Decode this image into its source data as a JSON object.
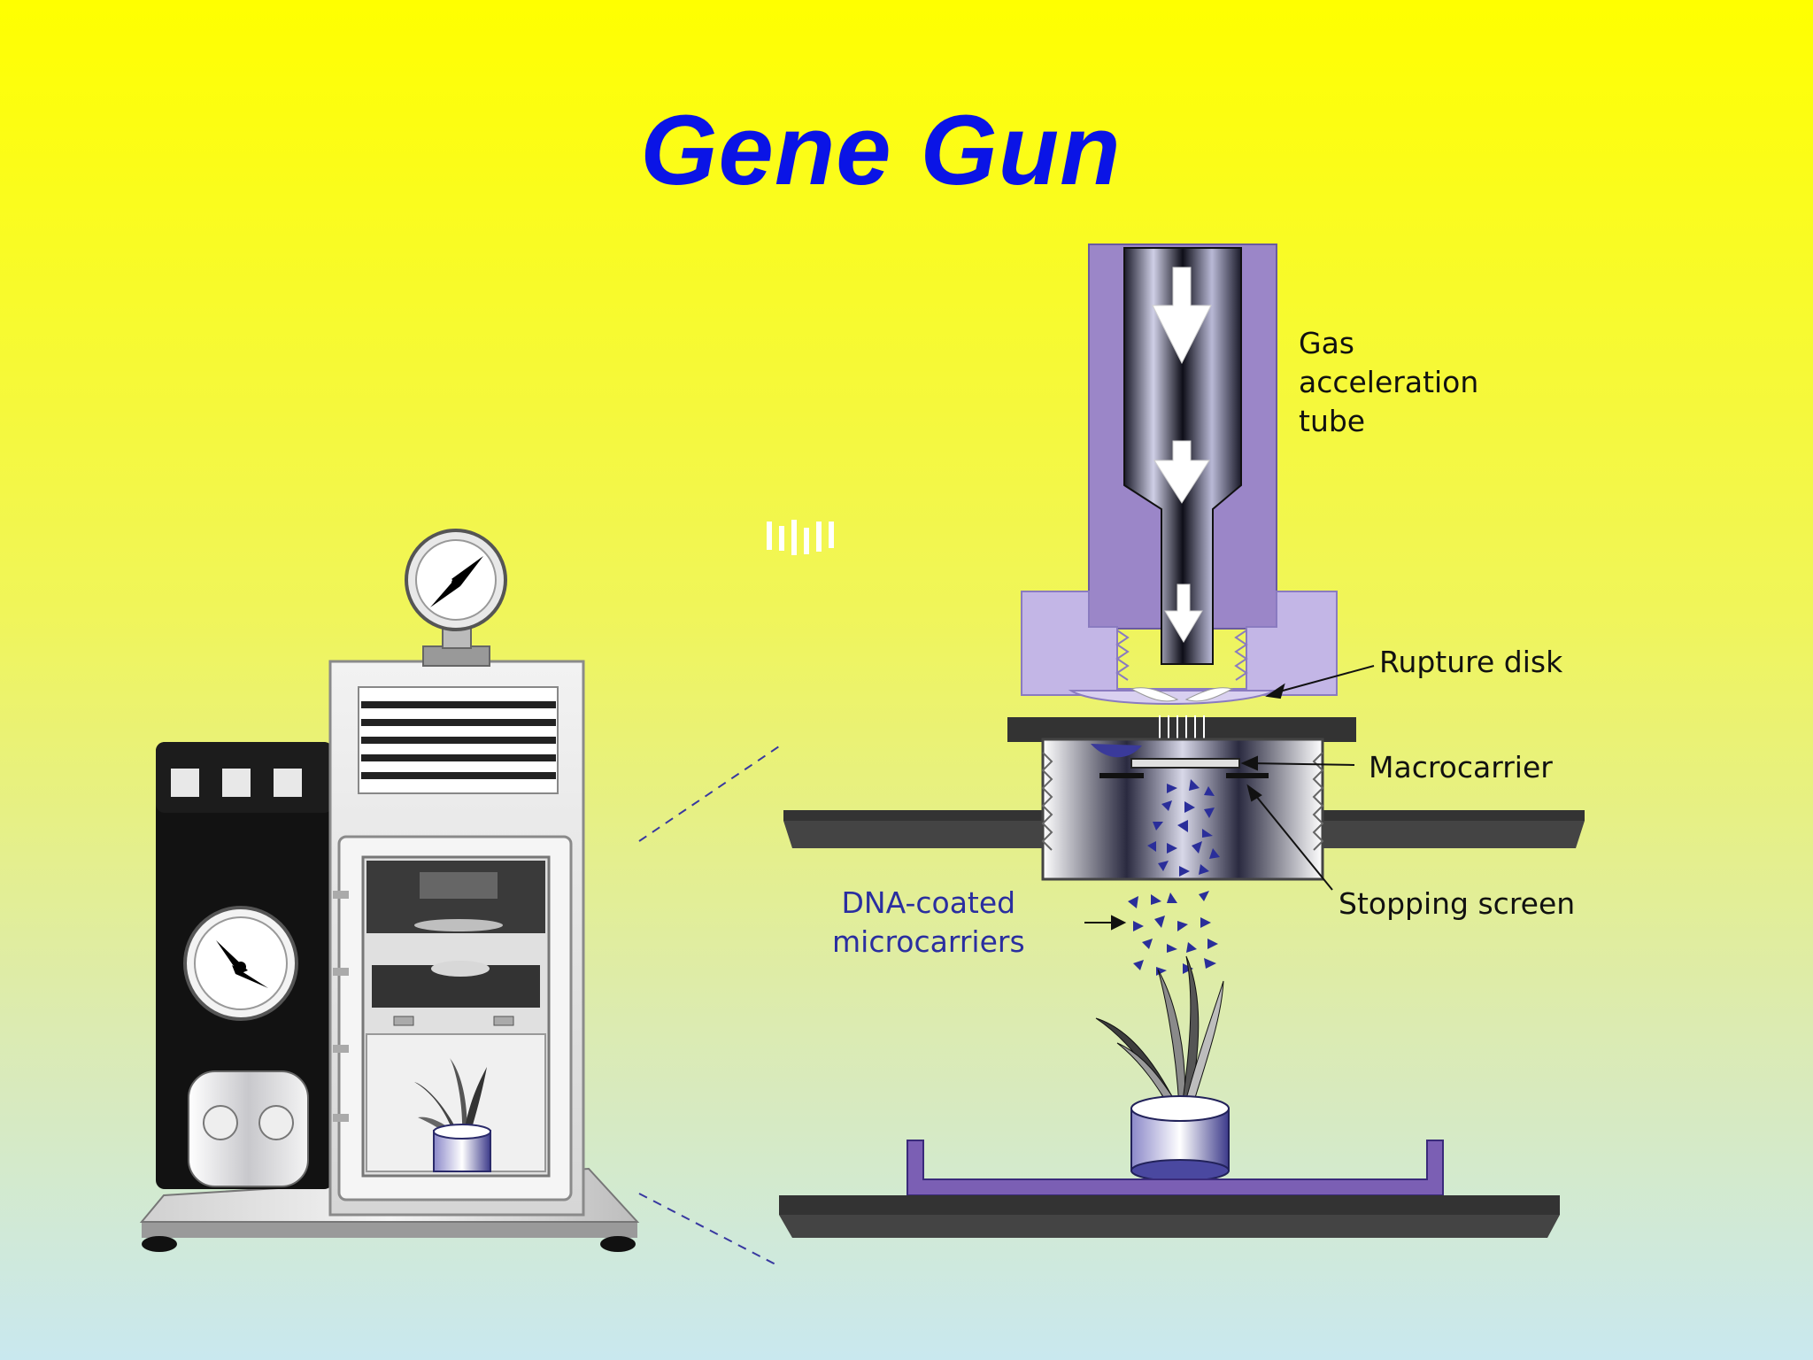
{
  "title": "Gene Gun",
  "colors": {
    "title": "#0a14e6",
    "label": "#111111",
    "dna_label": "#2a2ea0",
    "purple": "#9b86c8",
    "light_purple": "#c3b6e6",
    "dark_bar": "#333333"
  },
  "labels": {
    "gas_tube": [
      "Gas",
      "acceleration",
      "tube"
    ],
    "rupture_disk": "Rupture disk",
    "macrocarrier": "Macrocarrier",
    "stopping_screen": "Stopping screen",
    "dna_microcarriers": [
      "DNA-coated",
      "microcarriers"
    ]
  },
  "icons": [
    "pressure-gauge-icon",
    "down-arrow-icon",
    "plant-icon",
    "vent-grille-icon"
  ]
}
